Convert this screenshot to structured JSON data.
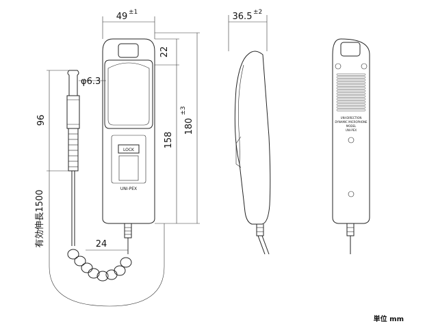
{
  "dimensions": {
    "width": {
      "value": "49",
      "tolerance": "±1"
    },
    "depth": {
      "value": "36.5",
      "tolerance": "±2"
    },
    "top_to_grille": "22",
    "phone_plug_diameter": "φ6.3",
    "plug_length": "96",
    "body_length": "158",
    "total_length": {
      "value": "180",
      "tolerance": "±3"
    },
    "cord_offset": "24",
    "cord_length": "有効伸長1500"
  },
  "labels": {
    "lock_switch": "LOCK",
    "brand_front": "UNI-PEX",
    "brand_back": "UNI-DIRECTION",
    "back_sub_1": "DYNAMIC MICROPHONE",
    "back_sub_2": "MODEL",
    "back_sub_3": "UNI-PEX"
  },
  "unit_label": "単位 mm"
}
